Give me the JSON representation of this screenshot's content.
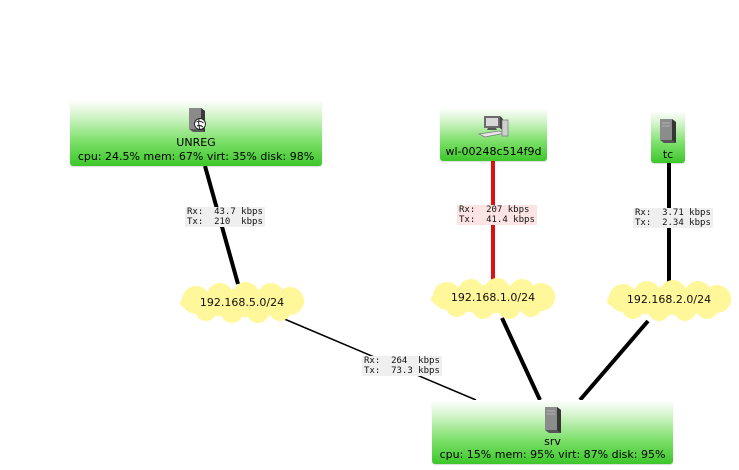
{
  "nodes": {
    "unreg": {
      "name": "UNREG",
      "stats": "cpu: 24.5% mem: 67% virt: 35% disk: 98%",
      "icon": "server-globe-icon"
    },
    "wl": {
      "name": "wl-00248c514f9d",
      "icon": "workstation-icon"
    },
    "tc": {
      "name": "tc",
      "icon": "server-icon"
    },
    "srv": {
      "name": "srv",
      "stats": "cpu: 15% mem: 95% virt: 87% disk: 95%",
      "icon": "server-icon"
    }
  },
  "networks": {
    "net5": {
      "label": "192.168.5.0/24"
    },
    "net1": {
      "label": "192.168.1.0/24"
    },
    "net2": {
      "label": "192.168.2.0/24"
    }
  },
  "links": {
    "unreg_net5": {
      "rx": "Rx:  43.7 kbps",
      "tx": "Tx:  210  kbps"
    },
    "wl_net1": {
      "rx": "Rx:  207 kbps",
      "tx": "Tx:  41.4 kbps"
    },
    "tc_net2": {
      "rx": "Rx:  3.71 kbps",
      "tx": "Tx:  2.34 kbps"
    },
    "net5_srv": {
      "rx": "Rx:  264  kbps",
      "tx": "Tx:  73.3 kbps"
    }
  },
  "colors": {
    "node_green": "#3cc72a",
    "cloud_yellow": "#fff799",
    "link_normal": "#000000",
    "link_hot": "#e01010"
  }
}
